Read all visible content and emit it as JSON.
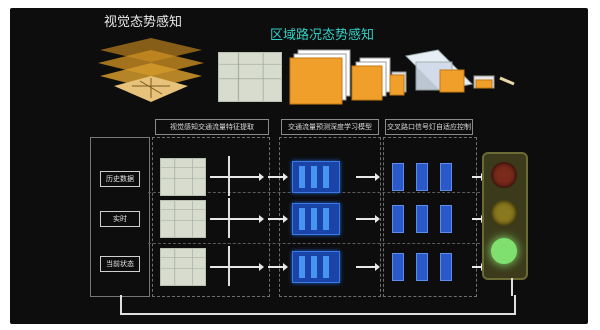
{
  "titles": {
    "left": "视觉态势感知",
    "right": "区域路况态势感知"
  },
  "headers": [
    "视觉感知交通流量特征提取",
    "交通流量预测深度学习模型",
    "交叉路口信号灯自适应控制"
  ],
  "inputs": [
    "历史数据",
    "实时",
    "当前状态"
  ],
  "colors": {
    "accent_title": "#34d0c7",
    "background": "#0d0d0d",
    "conv_blue": "#1b44a8",
    "stack_orange": "#f0a02a"
  }
}
